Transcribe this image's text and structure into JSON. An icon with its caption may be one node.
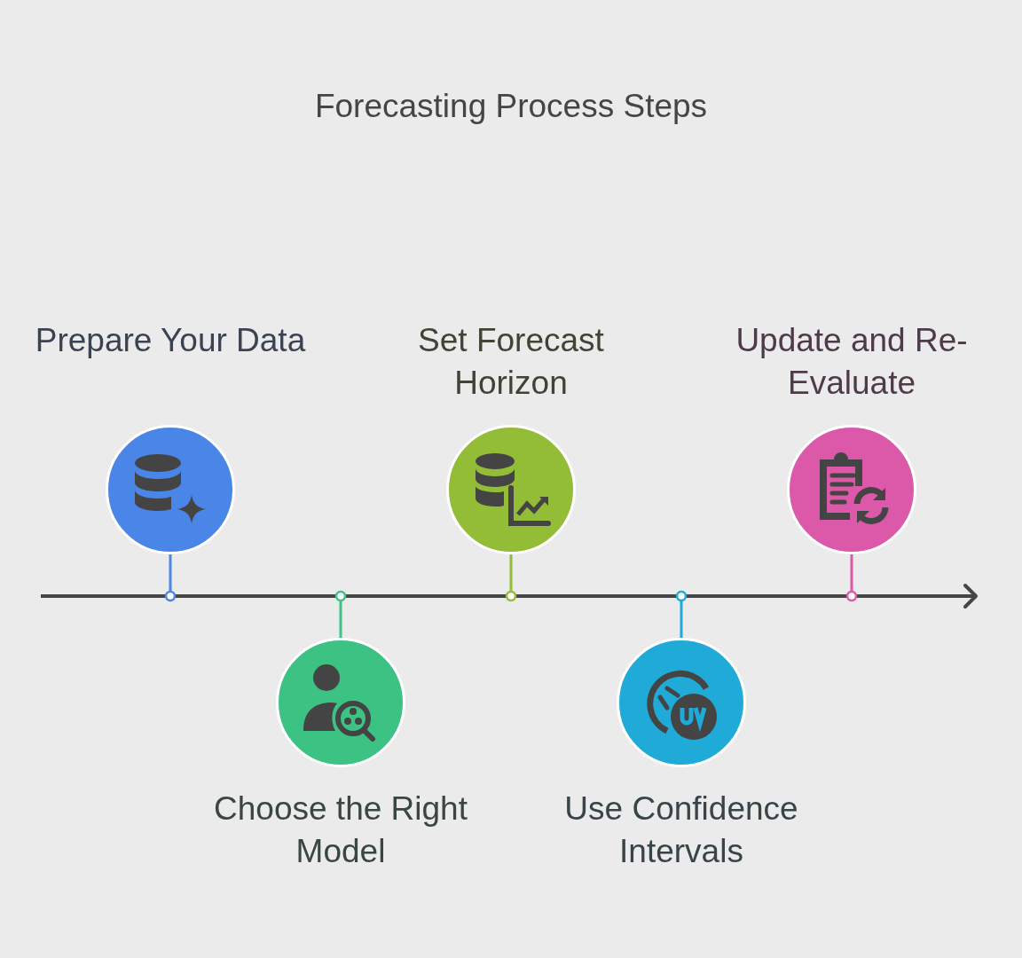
{
  "diagram": {
    "title": "Forecasting Process Steps",
    "nodes": [
      {
        "text": [
          "Prepare Your Data"
        ]
      },
      {
        "text": [
          "Choose the Right Model"
        ]
      },
      {
        "text": [
          "Set Forecast Horizon"
        ]
      },
      {
        "text": [
          "Use Confidence Intervals"
        ]
      },
      {
        "text": [
          "Update and Re-Evaluate"
        ]
      },
      {
        "text": [],
        "shape": "bar"
      }
    ],
    "edges": [
      {
        "from": 0,
        "to": 5,
        "arrow": "other",
        "color": "#4a86e8"
      },
      {
        "from": 1,
        "to": 5,
        "arrow": "other",
        "color": "#3cc384"
      },
      {
        "from": 2,
        "to": 5,
        "arrow": "other",
        "color": "#93bd37"
      },
      {
        "from": 3,
        "to": 5,
        "arrow": "other",
        "color": "#1faad8"
      },
      {
        "from": 4,
        "to": 5,
        "arrow": "other",
        "color": "#dc58a8"
      }
    ]
  }
}
